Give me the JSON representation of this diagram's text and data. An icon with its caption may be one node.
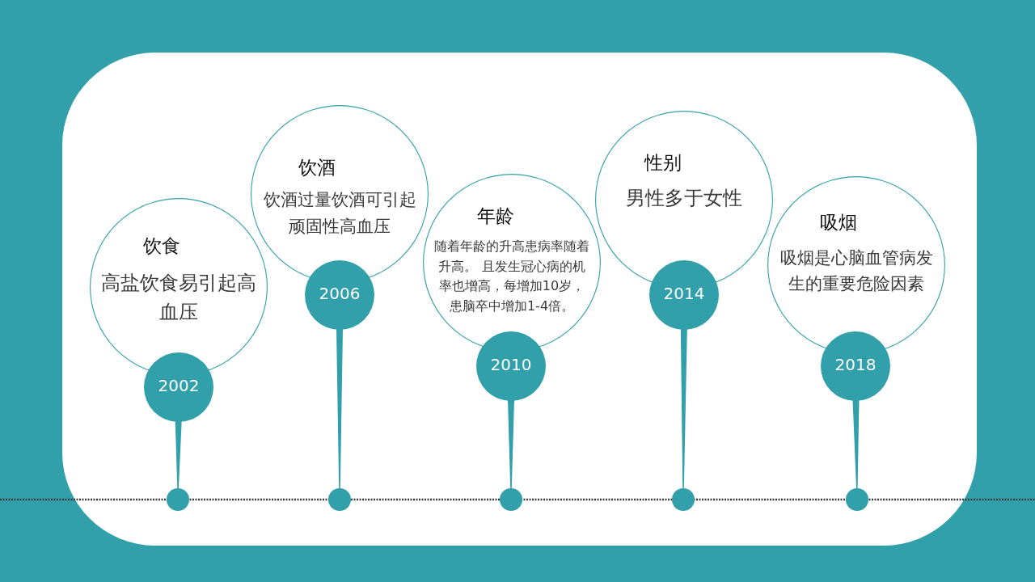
{
  "diagram": {
    "nodes": [
      {
        "text": [
          "饮食",
          "高盐饮食易引起高血压"
        ]
      },
      {
        "text": [
          "2002"
        ]
      },
      {
        "text": [],
        "shape": "circle"
      },
      {
        "text": [
          "饮酒",
          "饮酒过量饮酒可引起顽固性高血压"
        ]
      },
      {
        "text": [
          "2006"
        ]
      },
      {
        "text": [],
        "shape": "circle"
      },
      {
        "text": [
          "年龄",
          "随着年龄的升高患病率随着升高。 且发生冠心病的机率也增高，每增加10岁，患脑卒中增加1-4倍。"
        ]
      },
      {
        "text": [
          "2010"
        ]
      },
      {
        "text": [],
        "shape": "circle"
      },
      {
        "text": [
          "性别",
          "男性多于女性"
        ]
      },
      {
        "text": [
          "2014"
        ]
      },
      {
        "text": [],
        "shape": "circle"
      },
      {
        "text": [
          "吸烟",
          "吸烟是心脑血管病发生的重要危险因素"
        ]
      },
      {
        "text": [
          "2018"
        ]
      },
      {
        "text": [],
        "shape": "circle"
      }
    ],
    "edges": [
      {
        "from": 1,
        "to": 2,
        "arrow": "none"
      },
      {
        "from": 4,
        "to": 5,
        "arrow": "none"
      },
      {
        "from": 7,
        "to": 8,
        "arrow": "none"
      },
      {
        "from": 10,
        "to": 11,
        "arrow": "none"
      },
      {
        "from": 13,
        "to": 14,
        "arrow": "none"
      }
    ]
  }
}
